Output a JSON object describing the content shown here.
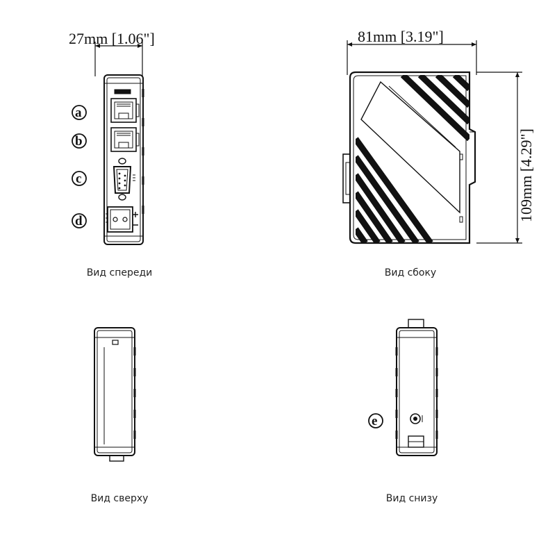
{
  "dimensions": {
    "front_width": "27mm [1.06\"]",
    "side_width": "81mm [3.19\"]",
    "side_height": "109mm [4.29\"]"
  },
  "markers": {
    "a": "a",
    "b": "b",
    "c": "c",
    "d": "d",
    "e": "e"
  },
  "captions": {
    "front": "Вид спереди",
    "side": "Вид сбоку",
    "top": "Вид сверху",
    "bottom": "Вид снизу"
  },
  "colors": {
    "line": "#111111",
    "background": "#ffffff"
  }
}
